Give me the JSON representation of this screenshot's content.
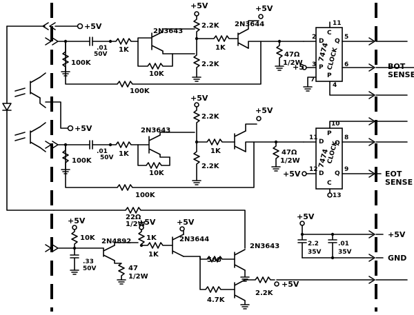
{
  "labels": {
    "vcc": "+5V",
    "vcc_short": "+5",
    "ground": "GND",
    "bot_sense_line1": "BOT",
    "bot_sense_line2": "SENSE",
    "eot_sense_line1": "EOT",
    "eot_sense_line2": "SENSE"
  },
  "parts": {
    "t_2n3643": "2N3643",
    "t_2n3644": "2N3644",
    "t_2n4892": "2N4892",
    "ic_7474": "7474",
    "clock": "CLOCK",
    "r_1k": "1K",
    "r_10k": "10K",
    "r_100k": "100K",
    "r_2_2k": "2.2K",
    "r_47": "47",
    "r_47ohm": "47Ω",
    "r_22ohm": "22Ω",
    "r_560": "560",
    "r_4_7k": "4.7K",
    "half_watt": "1/2W",
    "c_01": ".01",
    "c_33": ".33",
    "c_2_2": "2.2",
    "v_50v": "50V",
    "v_35v": "35V"
  },
  "pins": {
    "p2": "2",
    "p3": "3",
    "p4": "4",
    "p5": "5",
    "p6": "6",
    "p7": "7",
    "p8": "8",
    "p9": "9",
    "p10": "10",
    "p11": "11",
    "p12": "12",
    "p13": "13",
    "d": "D",
    "q": "Q",
    "q_bar": "Q̅",
    "c": "C",
    "p": "P"
  }
}
